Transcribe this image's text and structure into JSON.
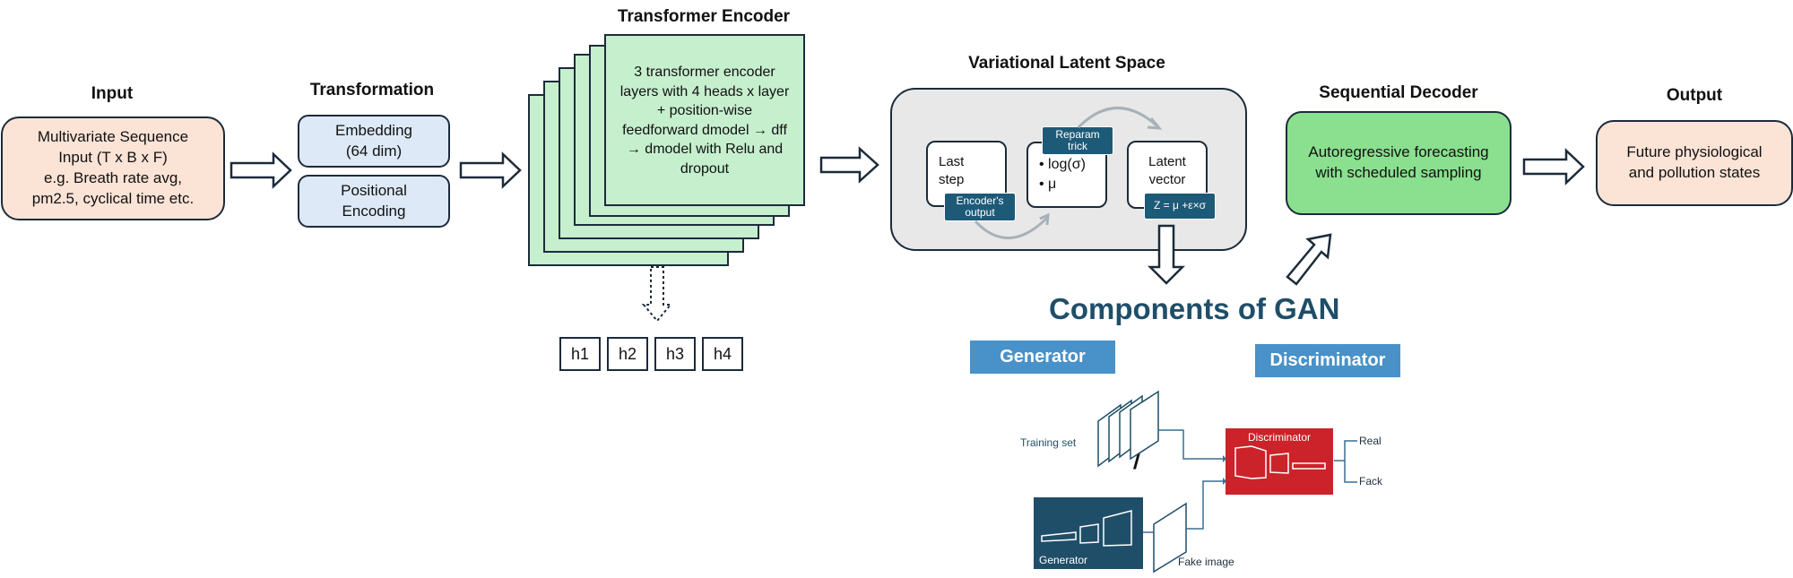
{
  "input": {
    "title": "Input",
    "text": "Multivariate Sequence\nInput (T x B x F)\ne.g. Breath rate avg,\npm2.5, cyclical time etc."
  },
  "transformation": {
    "title": "Transformation",
    "embedding": "Embedding\n(64 dim)",
    "positional": "Positional\nEncoding"
  },
  "encoder": {
    "title": "Transformer Encoder",
    "text": "3 transformer encoder\nlayers with 4 heads x layer\n+ position-wise\nfeedforward dmodel → dff\n→ dmodel with Relu and\ndropout",
    "heads": [
      "h1",
      "h2",
      "h3",
      "h4"
    ]
  },
  "latent": {
    "title": "Variational Latent Space",
    "last_step": "Last\nstep",
    "encoder_output": "Encoder's\noutput",
    "reparam": "Reparam\ntrick",
    "params": "• log(σ)\n• μ",
    "latent_vector": "Latent\nvector",
    "z_formula": "Z = μ +ε×σ"
  },
  "decoder": {
    "title": "Sequential Decoder",
    "text": "Autoregressive forecasting\nwith scheduled sampling"
  },
  "output": {
    "title": "Output",
    "text": "Future physiological\nand pollution states"
  },
  "gan": {
    "title": "Components of GAN",
    "generator_label": "Generator",
    "discriminator_label": "Discriminator",
    "training_set": "Training set",
    "discriminator": "Discriminator",
    "real": "Real",
    "fake": "Fack",
    "generator": "Generator",
    "fake_image": "Fake image",
    "ampersand": "&",
    "slash": "/"
  },
  "colors": {
    "peach": "#fbe3d6",
    "blue": "#dde9f6",
    "light_green": "#c6efce",
    "green": "#8ae08e",
    "dark_teal": "#1d5a78",
    "gan_blue": "#4891c9",
    "red": "#cc2229",
    "generator_dark": "#1f4e69"
  }
}
